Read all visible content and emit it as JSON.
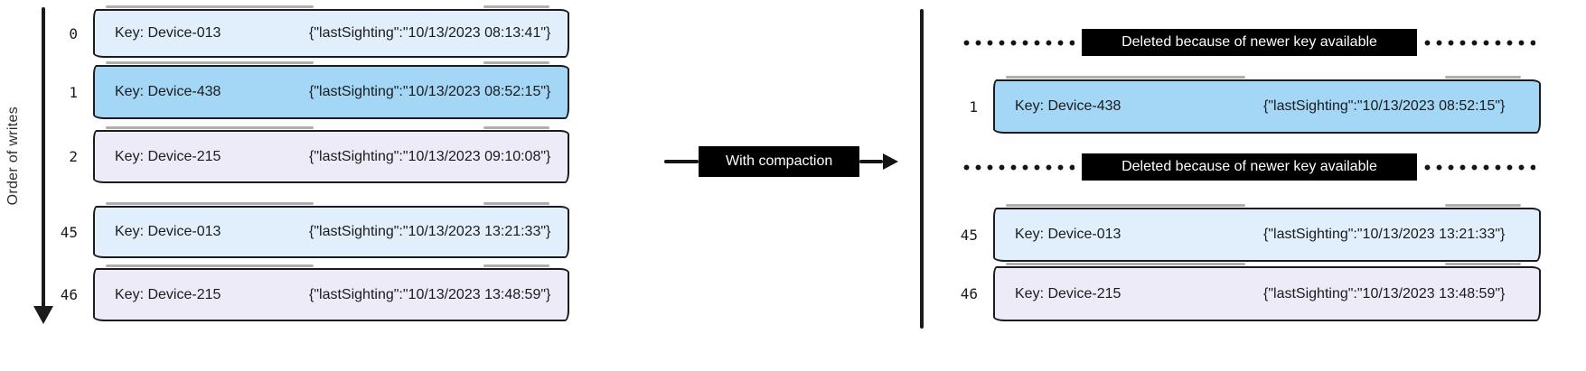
{
  "diagram": {
    "axis_label": "Order of writes",
    "connector_label": "With compaction"
  },
  "colors": {
    "ink": "#1b1b1b",
    "record_lightblue": "#e0effb",
    "record_blue": "#a4d6f6",
    "record_lavender": "#eeebf9",
    "label_bg": "#000000",
    "label_text": "#ffffff"
  },
  "left_log": {
    "records": [
      {
        "index": "0",
        "key": "Key: Device-013",
        "value": "{\"lastSighting\":\"10/13/2023 08:13:41\"}",
        "variant": "lightblue"
      },
      {
        "index": "1",
        "key": "Key: Device-438",
        "value": "{\"lastSighting\":\"10/13/2023 08:52:15\"}",
        "variant": "blue"
      },
      {
        "index": "2",
        "key": "Key: Device-215",
        "value": "{\"lastSighting\":\"10/13/2023 09:10:08\"}",
        "variant": "lavender"
      },
      {
        "index": "45",
        "key": "Key: Device-013",
        "value": "{\"lastSighting\":\"10/13/2023 13:21:33\"}",
        "variant": "lightblue"
      },
      {
        "index": "46",
        "key": "Key: Device-215",
        "value": "{\"lastSighting\":\"10/13/2023 13:48:59\"}",
        "variant": "lavender"
      }
    ]
  },
  "right_log": {
    "rows": [
      {
        "type": "deleted",
        "label": "Deleted because of newer key available"
      },
      {
        "type": "record",
        "index": "1",
        "key": "Key: Device-438",
        "value": "{\"lastSighting\":\"10/13/2023 08:52:15\"}",
        "variant": "blue"
      },
      {
        "type": "deleted",
        "label": "Deleted because of newer key available"
      },
      {
        "type": "record",
        "index": "45",
        "key": "Key: Device-013",
        "value": "{\"lastSighting\":\"10/13/2023 13:21:33\"}",
        "variant": "lightblue"
      },
      {
        "type": "record",
        "index": "46",
        "key": "Key: Device-215",
        "value": "{\"lastSighting\":\"10/13/2023 13:48:59\"}",
        "variant": "lavender"
      }
    ]
  }
}
